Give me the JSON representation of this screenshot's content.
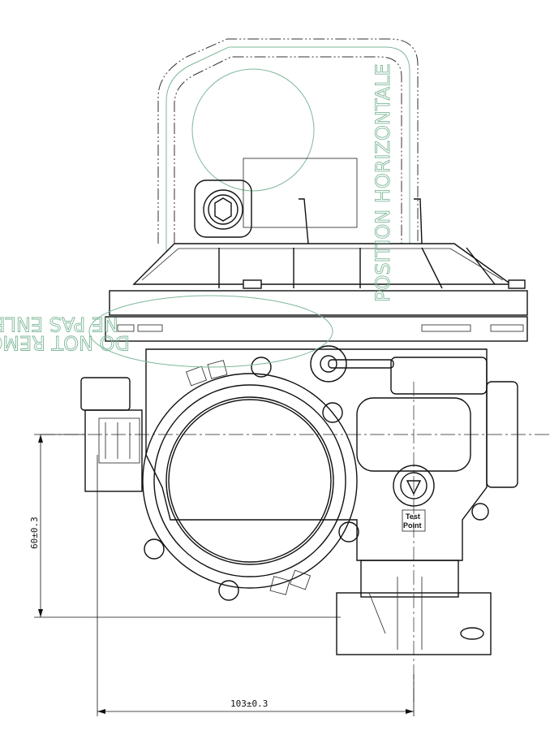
{
  "drawing": {
    "orientation_note": "POSITION HORIZONTALE",
    "warning_fr": "NE PAS ENLEVER",
    "warning_en": "DO NOT REMOVE",
    "test_point_line1": "Test",
    "test_point_line2": "Point",
    "dimension_vertical": "60±0.3",
    "dimension_horizontal": "103±0.3"
  }
}
